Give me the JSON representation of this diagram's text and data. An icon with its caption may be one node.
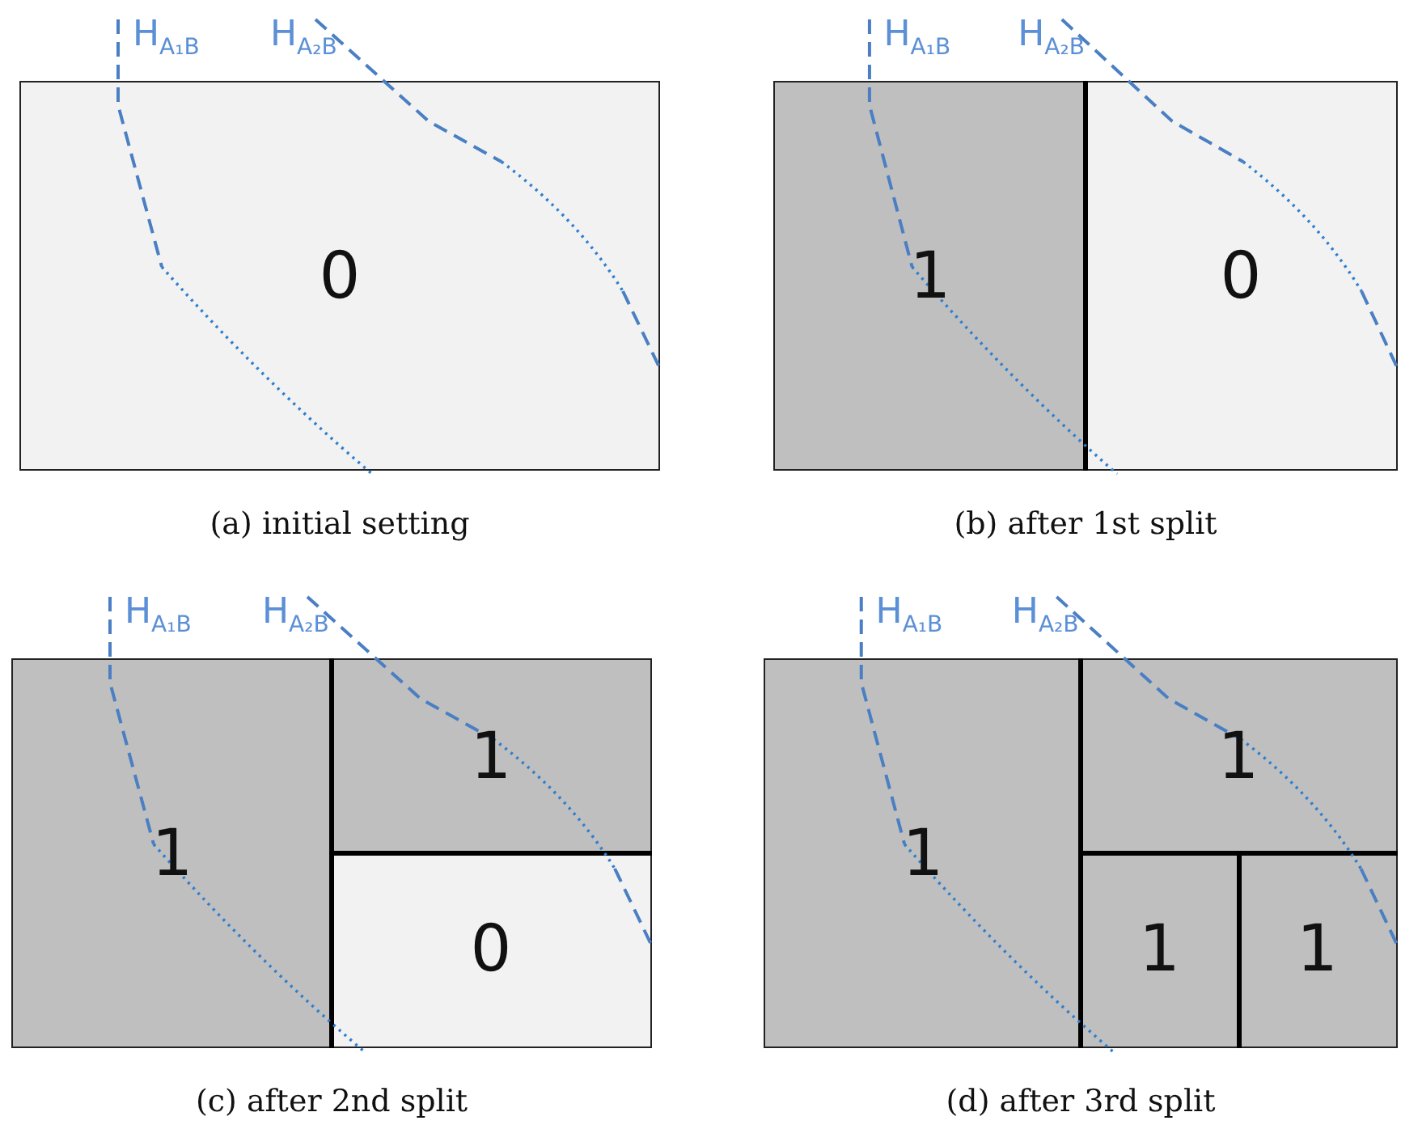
{
  "diagram": {
    "nodes": [
      {
        "text": [
          "0"
        ]
      },
      {
        "text": [
          "1"
        ]
      },
      {
        "text": [
          "0"
        ]
      },
      {
        "text": [
          "1"
        ]
      },
      {
        "text": [
          "1"
        ]
      },
      {
        "text": [
          "0"
        ]
      },
      {
        "text": [
          "1"
        ]
      },
      {
        "text": [
          "1"
        ]
      },
      {
        "text": [
          "1"
        ]
      },
      {
        "text": [
          "1"
        ]
      }
    ],
    "edges": [],
    "labels": [
      "H$_{A₁B}$",
      "H$_{A₂B}$",
      "H$_{A₁B}$",
      "H$_{A₂B}$",
      "(a) initial setting",
      "(b) after 1st split",
      "H$_{A₁B}$",
      "H$_{A₂B}$",
      "H$_{A₁B}$",
      "H$_{A₂B}$",
      "(c) after 2nd split",
      "(d) after 3rd split"
    ]
  }
}
